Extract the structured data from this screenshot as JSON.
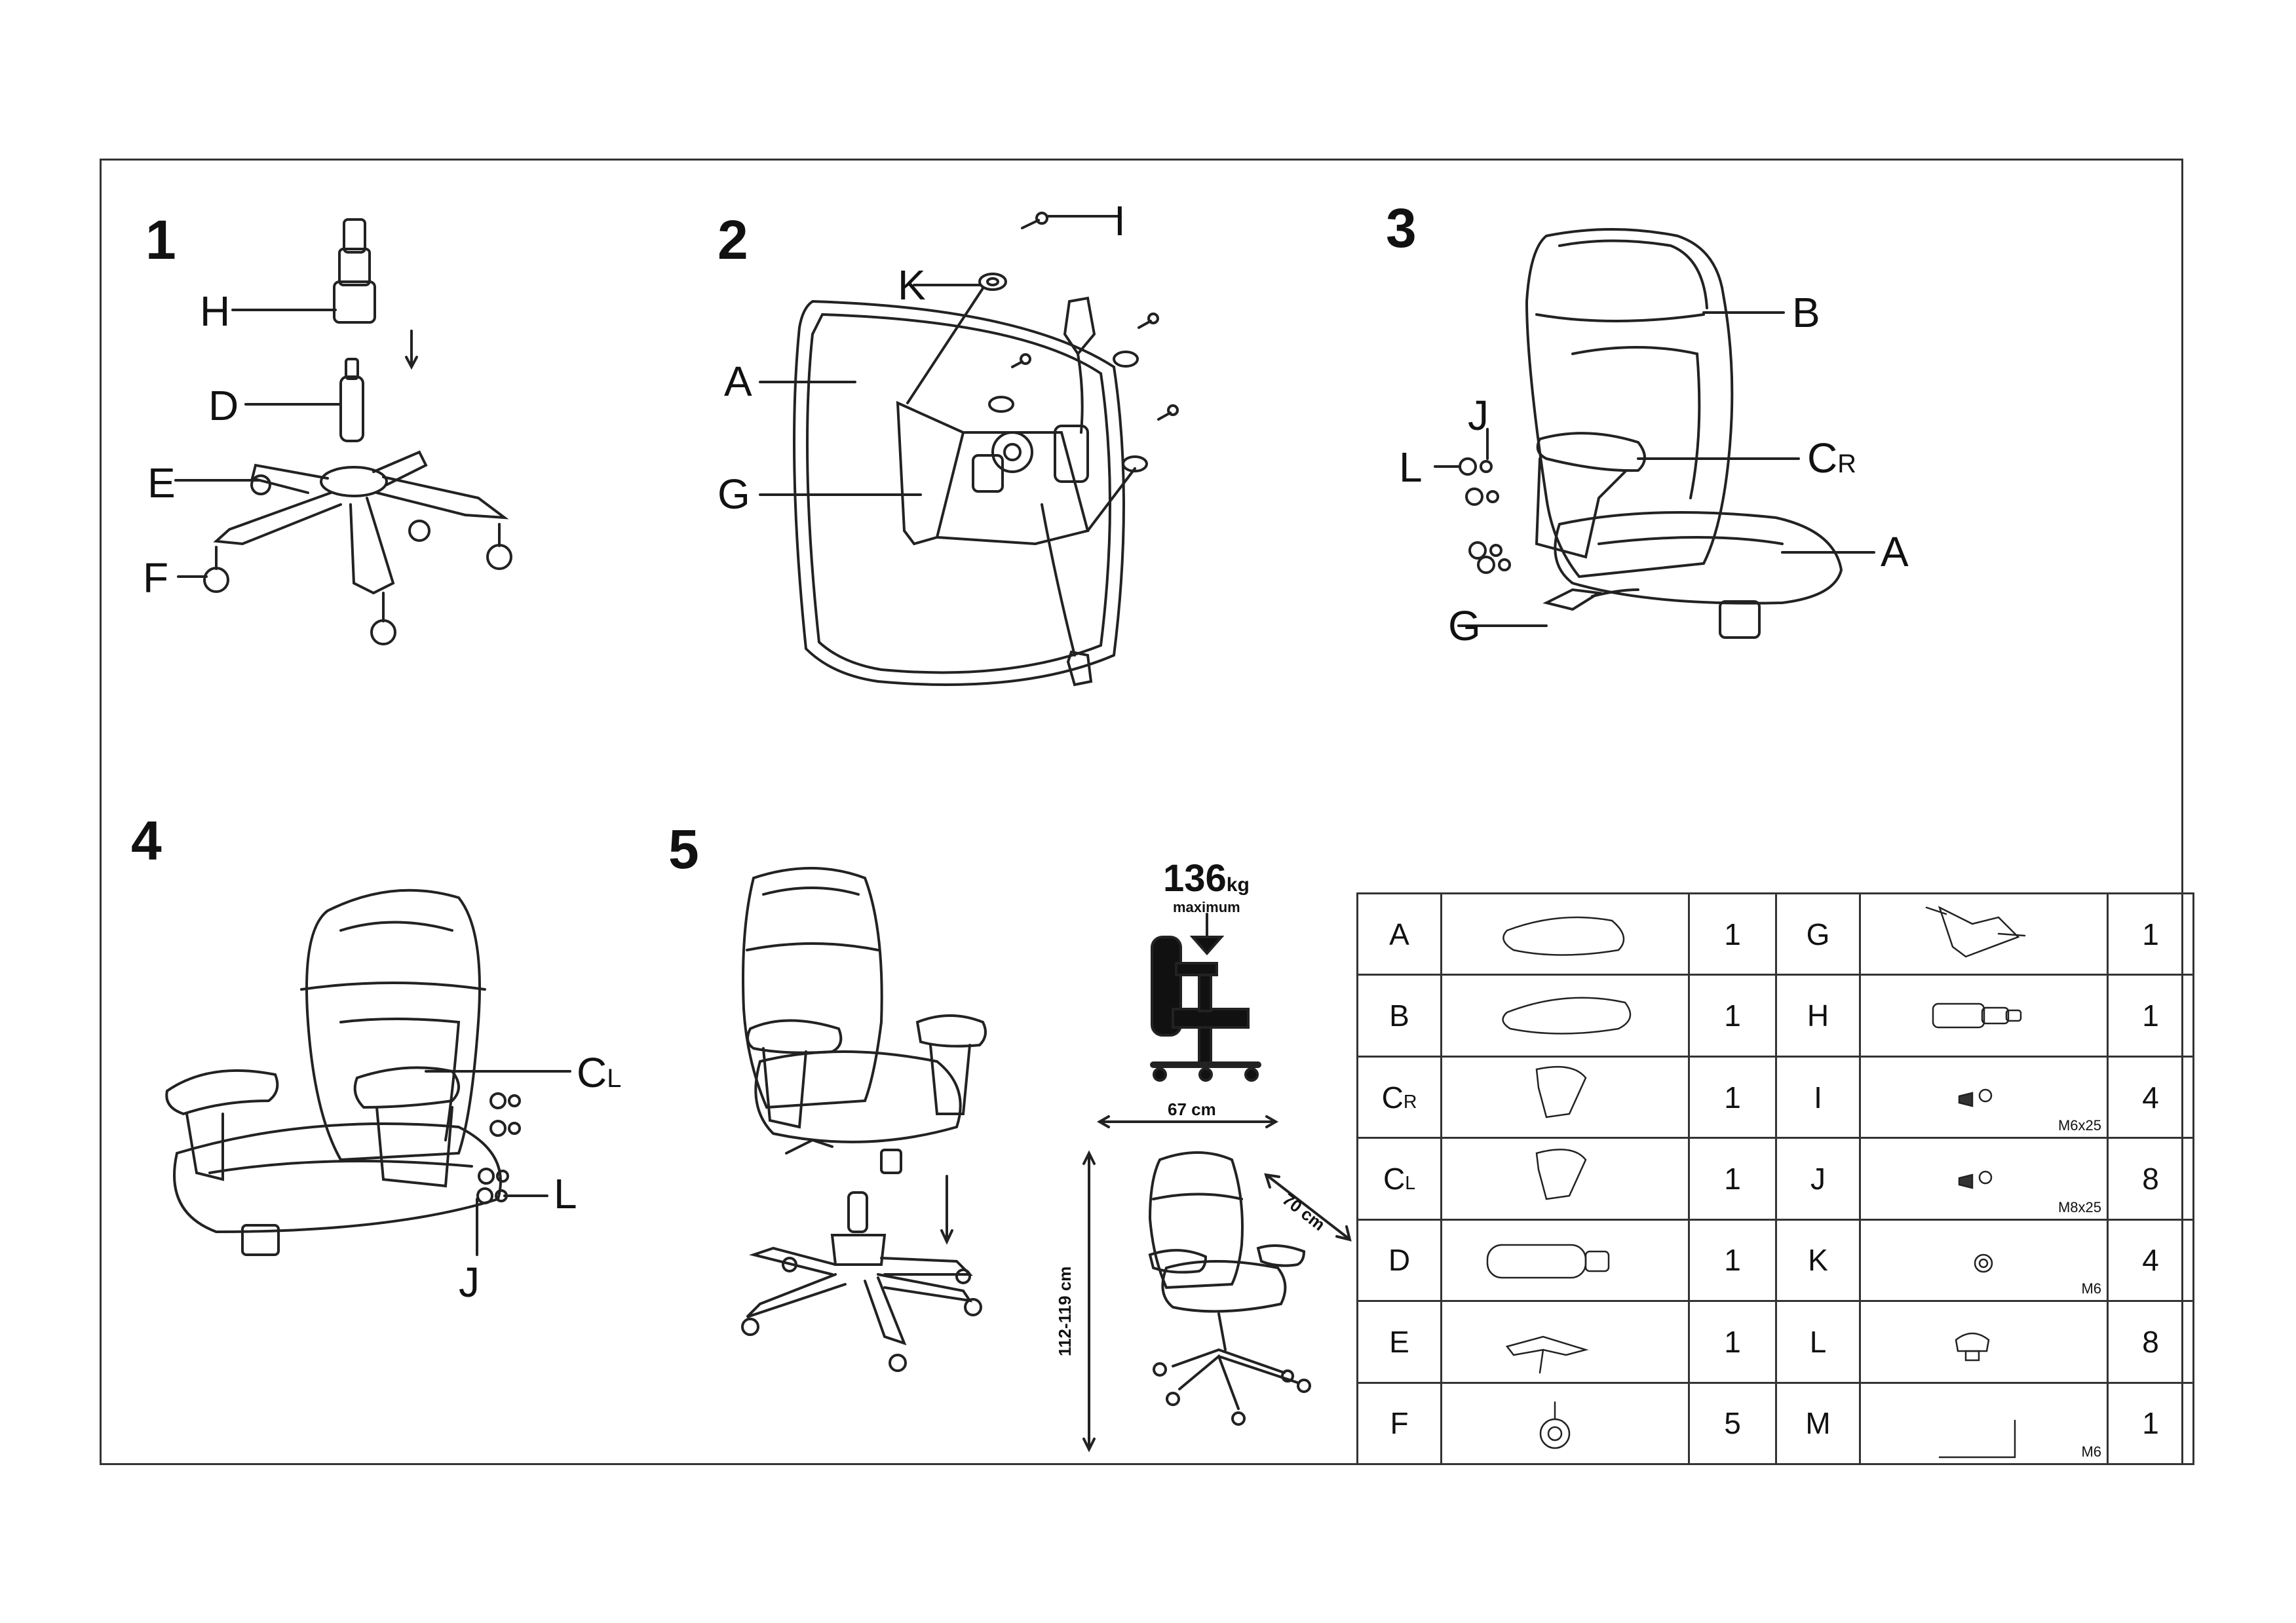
{
  "steps": [
    {
      "num": "1",
      "labels": [
        "H",
        "D",
        "E",
        "F"
      ]
    },
    {
      "num": "2",
      "labels": [
        "I",
        "K",
        "A",
        "G"
      ]
    },
    {
      "num": "3",
      "labels": [
        "B",
        "J",
        "L",
        "C",
        "R",
        "A",
        "G"
      ]
    },
    {
      "num": "4",
      "labels": [
        "C",
        "L",
        "L",
        "J"
      ]
    },
    {
      "num": "5"
    }
  ],
  "capacity": {
    "value": "136",
    "unit": "kg",
    "note": "maximum"
  },
  "dimensions": {
    "width": "67 cm",
    "depth": "70 cm",
    "height": "112-119 cm"
  },
  "parts": [
    {
      "code": "A",
      "sub": "",
      "qty": "1",
      "code2": "G",
      "qty2": "1",
      "spec2": ""
    },
    {
      "code": "B",
      "sub": "",
      "qty": "1",
      "code2": "H",
      "qty2": "1",
      "spec2": ""
    },
    {
      "code": "C",
      "sub": "R",
      "qty": "1",
      "code2": "I",
      "qty2": "4",
      "spec2": "M6x25"
    },
    {
      "code": "C",
      "sub": "L",
      "qty": "1",
      "code2": "J",
      "qty2": "8",
      "spec2": "M8x25"
    },
    {
      "code": "D",
      "sub": "",
      "qty": "1",
      "code2": "K",
      "qty2": "4",
      "spec2": "M6"
    },
    {
      "code": "E",
      "sub": "",
      "qty": "1",
      "code2": "L",
      "qty2": "8",
      "spec2": ""
    },
    {
      "code": "F",
      "sub": "",
      "qty": "5",
      "code2": "M",
      "qty2": "1",
      "spec2": "M6"
    }
  ]
}
